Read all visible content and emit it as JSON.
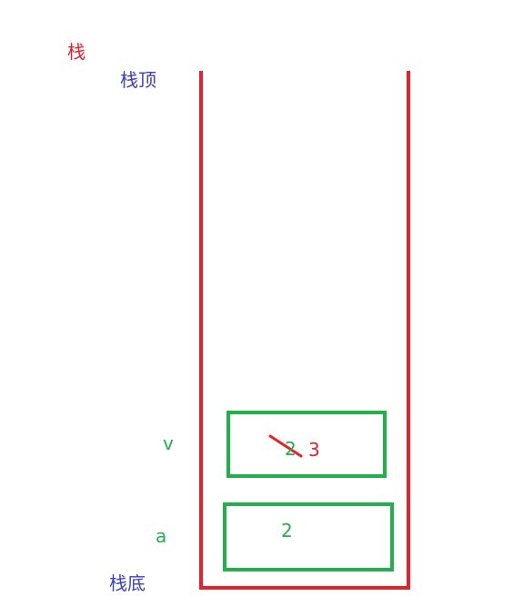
{
  "colors": {
    "stack_outline": "#e8202a",
    "stack_label": "#e8202a",
    "position_label": "#3b3fc0",
    "variable_box": "#22b04a",
    "variable_text": "#22b04a",
    "new_value": "#e8202a",
    "strike": "#e8202a"
  },
  "title": "栈",
  "stack_top_label": "栈顶",
  "stack_bottom_label": "栈底",
  "frames": {
    "v": {
      "name": "v",
      "old_value": "2",
      "new_value": "3",
      "old_value_struck_out": true
    },
    "a": {
      "name": "a",
      "value": "2"
    }
  }
}
